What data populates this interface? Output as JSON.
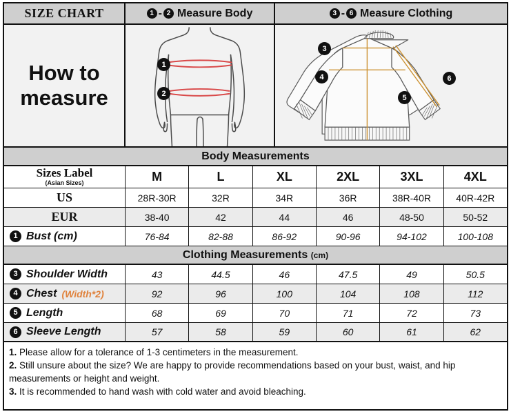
{
  "header": {
    "title": "SIZE CHART",
    "body_panel": {
      "badge_a": "1",
      "badge_b": "2",
      "sep": "-",
      "label": "Measure Body"
    },
    "clothing_panel": {
      "badge_a": "3",
      "badge_b": "6",
      "sep": "-",
      "label": "Measure Clothing"
    }
  },
  "hero": {
    "line1": "How to",
    "line2": "measure",
    "body_markers": [
      "1",
      "2"
    ],
    "clothing_markers": [
      "3",
      "4",
      "5",
      "6"
    ]
  },
  "colors": {
    "band": "#cfcfcf",
    "border": "#111111",
    "panel_bg": "#f2f2f2",
    "row_alt": "#ebebeb",
    "accent_orange": "#e0823c",
    "measure_red": "#d94a4a",
    "measure_gold": "#cc9233"
  },
  "sizes": [
    "M",
    "L",
    "XL",
    "2XL",
    "3XL",
    "4XL"
  ],
  "body_section": {
    "band_title": "Body Measurements",
    "size_label_main": "Sizes Label",
    "size_label_sub": "(Asian Sizes)",
    "rows": [
      {
        "badge": "",
        "label": "US",
        "suffix": "",
        "values": [
          "28R-30R",
          "32R",
          "34R",
          "36R",
          "38R-40R",
          "40R-42R"
        ]
      },
      {
        "badge": "",
        "label": "EUR",
        "suffix": "",
        "values": [
          "38-40",
          "42",
          "44",
          "46",
          "48-50",
          "50-52"
        ]
      },
      {
        "badge": "1",
        "label": "Bust (cm)",
        "suffix": "",
        "values": [
          "76-84",
          "82-88",
          "86-92",
          "90-96",
          "94-102",
          "100-108"
        ]
      }
    ]
  },
  "clothing_section": {
    "band_title": "Clothing Measurements",
    "band_unit": "(cm)",
    "rows": [
      {
        "badge": "3",
        "label": "Shoulder Width",
        "suffix": "",
        "values": [
          "43",
          "44.5",
          "46",
          "47.5",
          "49",
          "50.5"
        ]
      },
      {
        "badge": "4",
        "label": "Chest",
        "suffix": "(Width*2)",
        "values": [
          "92",
          "96",
          "100",
          "104",
          "108",
          "112"
        ]
      },
      {
        "badge": "5",
        "label": "Length",
        "suffix": "",
        "values": [
          "68",
          "69",
          "70",
          "71",
          "72",
          "73"
        ]
      },
      {
        "badge": "6",
        "label": "Sleeve Length",
        "suffix": "",
        "values": [
          "57",
          "58",
          "59",
          "60",
          "61",
          "62"
        ]
      }
    ]
  },
  "notes": {
    "n1_num": "1.",
    "n1_text": " Please allow for a tolerance of 1-3 centimeters in the measurement.",
    "n2_num": "2.",
    "n2_text": " Still unsure about the size? We are happy to provide recommendations based on your bust, waist, and hip measurements or height and weight.",
    "n3_num": "3.",
    "n3_text": " It is recommended to hand wash with cold water and avoid bleaching."
  }
}
